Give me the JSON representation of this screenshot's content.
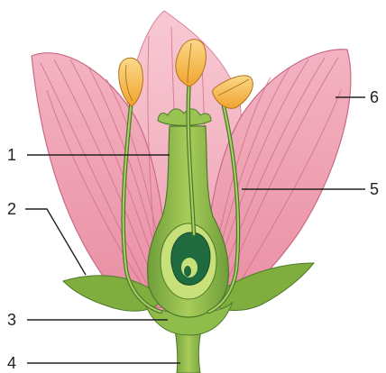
{
  "labels": [
    {
      "id": "callout-1",
      "text": "1"
    },
    {
      "id": "callout-2",
      "text": "2"
    },
    {
      "id": "callout-3",
      "text": "3"
    },
    {
      "id": "callout-4",
      "text": "4"
    },
    {
      "id": "callout-5",
      "text": "5"
    },
    {
      "id": "callout-6",
      "text": "6"
    }
  ],
  "colors": {
    "petal": "#ee9fb0",
    "petal_light": "#f6c4cf",
    "petal_vein": "#c9607c",
    "green": "#8db848",
    "green_dark": "#4d7a2a",
    "ovule": "#1f6a3e",
    "anther": "#f4b13a",
    "anther_light": "#f9d989"
  }
}
